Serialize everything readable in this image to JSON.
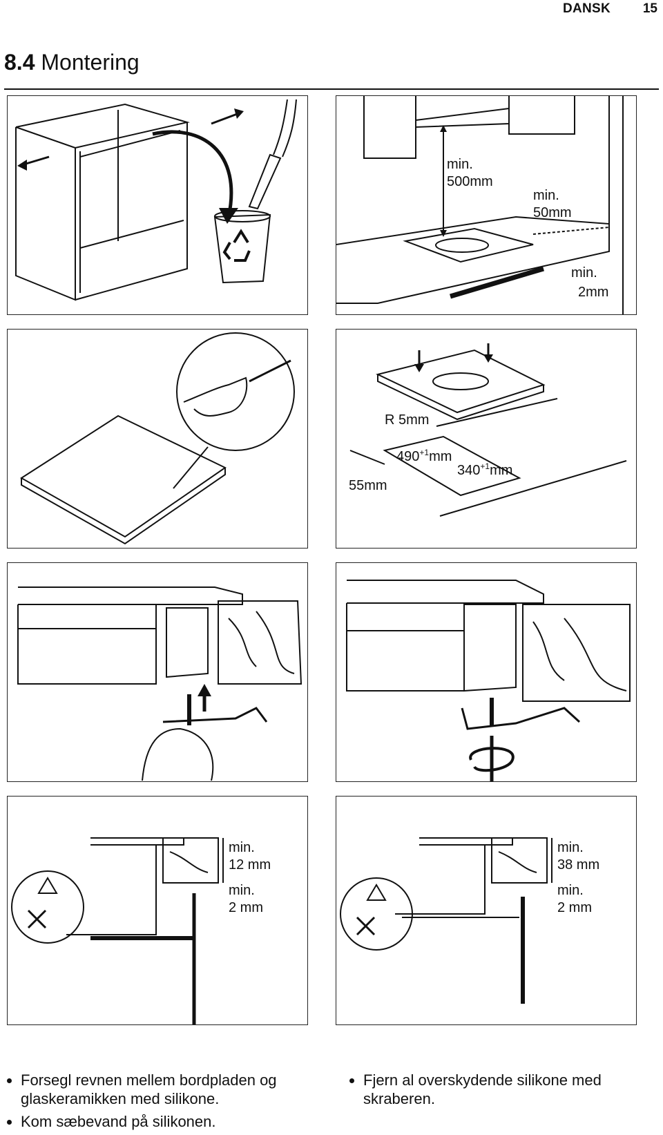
{
  "header": {
    "language": "DANSK",
    "page_number": "15"
  },
  "section": {
    "number": "8.4",
    "title": "Montering"
  },
  "panel2": {
    "d1_line1": "min.",
    "d1_line2": "500mm",
    "d2_line1": "min.",
    "d2_line2": "50mm",
    "d3_line1": "min.",
    "d3_line2": "2mm"
  },
  "panel4": {
    "radius": "R 5mm",
    "width_base": "490",
    "width_sup": "+1",
    "width_unit": "mm",
    "depth_base": "340",
    "depth_sup": "+1",
    "depth_unit": "mm",
    "edge": "55mm"
  },
  "panel7": {
    "top_line1": "min.",
    "top_line2": "12 mm",
    "bot_line1": "min.",
    "bot_line2": "2 mm"
  },
  "panel8": {
    "top_line1": "min.",
    "top_line2": "38 mm",
    "bot_line1": "min.",
    "bot_line2": "2 mm"
  },
  "bullets_left": [
    "Forsegl revnen mellem bordpladen og glaskeramikken med silikone.",
    "Kom sæbevand på silikonen."
  ],
  "bullets_right": [
    "Fjern al overskydende silikone med skraberen."
  ]
}
